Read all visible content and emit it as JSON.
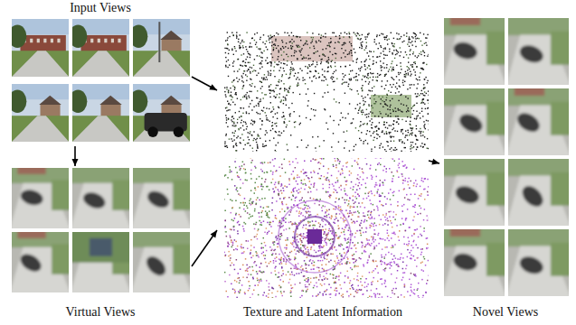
{
  "diagram": {
    "nodes": [
      {
        "text": [
          "Input Views"
        ]
      },
      {
        "text": [
          "Virtual Views"
        ]
      },
      {
        "text": [
          "Texture and Latent Information"
        ]
      },
      {
        "text": [
          "Novel Views"
        ]
      }
    ],
    "edges": [
      {
        "from": 0,
        "to": 1,
        "arrow": "to"
      },
      {
        "from": 0,
        "to": 2,
        "arrow": "to"
      },
      {
        "from": 1,
        "to": 2,
        "arrow": "to"
      },
      {
        "from": 2,
        "to": 3,
        "arrow": "to"
      }
    ]
  }
}
